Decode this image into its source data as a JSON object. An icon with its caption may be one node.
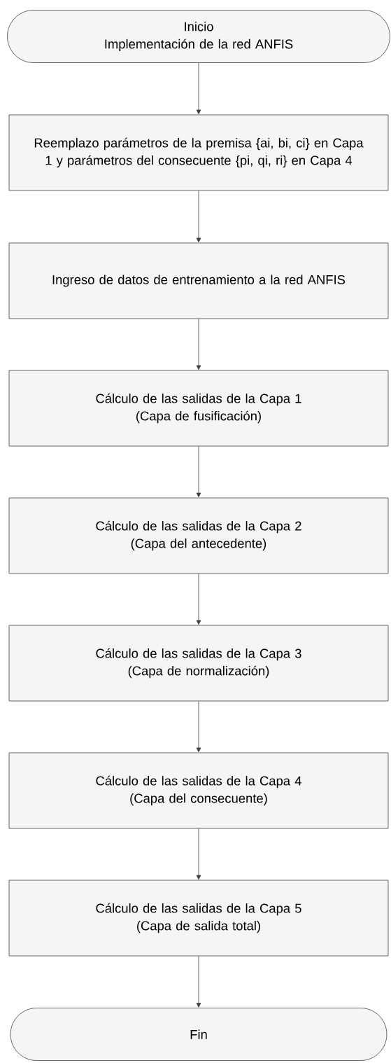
{
  "diagram": {
    "nodes": [
      {
        "text": [
          "Inicio",
          "Implementación de la red ANFIS"
        ]
      },
      {
        "text": [
          "Reemplazo parámetros de la premisa {ai, bi, ci} en Capa 1 y parámetros del consecuente {pi, qi, ri} en Capa 4"
        ]
      },
      {
        "text": [
          "Ingreso de datos de entrenamiento a la red ANFIS"
        ]
      },
      {
        "text": [
          "Cálculo de las salidas de la Capa 1",
          "(Capa de fusificación)"
        ]
      },
      {
        "text": [
          "Cálculo de las salidas de la Capa 2",
          "(Capa del antecedente)"
        ]
      },
      {
        "text": [
          "Cálculo de las salidas de la Capa 3",
          "(Capa de normalización)"
        ]
      },
      {
        "text": [
          "Cálculo de las salidas de la Capa 4",
          "(Capa del consecuente)"
        ]
      },
      {
        "text": [
          "Cálculo de las salidas de la Capa 5",
          "(Capa de salida total)"
        ]
      },
      {
        "text": [
          "Fin"
        ]
      }
    ],
    "edges": [
      {
        "from": 0,
        "to": 1,
        "arrow": "to"
      },
      {
        "from": 1,
        "to": 2,
        "arrow": "to"
      },
      {
        "from": 2,
        "to": 3,
        "arrow": "to"
      },
      {
        "from": 3,
        "to": 4,
        "arrow": "to"
      },
      {
        "from": 4,
        "to": 5,
        "arrow": "to"
      },
      {
        "from": 5,
        "to": 6,
        "arrow": "to"
      },
      {
        "from": 6,
        "to": 7,
        "arrow": "to"
      },
      {
        "from": 7,
        "to": 8,
        "arrow": "to"
      }
    ]
  }
}
